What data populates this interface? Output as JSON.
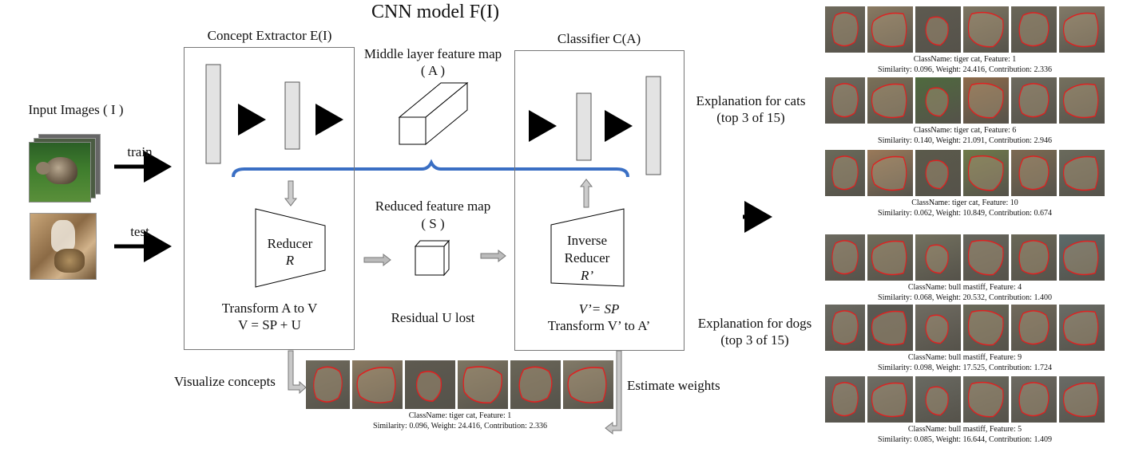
{
  "title": "CNN model  F(I)",
  "input": {
    "label": "Input Images ( I )",
    "train": "train",
    "test": "test"
  },
  "extractor": {
    "label": "Concept Extractor E(I)",
    "reducer_line1": "Reducer",
    "reducer_line2": "R",
    "transform_line1": "Transform A to V",
    "transform_line2": "V = SP + U"
  },
  "middle": {
    "label_line1": "Middle layer feature map",
    "label_line2": "( A )"
  },
  "reduced": {
    "label_line1": "Reduced feature map",
    "label_line2": "( S )",
    "residual": "Residual U lost"
  },
  "classifier": {
    "label": "Classifier C(A)",
    "inv_line1": "Inverse",
    "inv_line2": "Reducer",
    "inv_line3": "R’",
    "eq_line1": "V’= SP",
    "eq_line2": "Transform V’ to A’"
  },
  "bottom": {
    "visualize": "Visualize concepts",
    "estimate": "Estimate weights",
    "caption1": "ClassName: tiger cat, Feature: 1",
    "caption2": "Similarity: 0.096, Weight: 24.416, Contribution: 2.336"
  },
  "explanations": {
    "cats_line1": "Explanation for cats",
    "cats_line2": "(top 3 of 15)",
    "dogs_line1": "Explanation for dogs",
    "dogs_line2": "(top 3 of 15)",
    "rows": [
      {
        "cap1": "ClassName: tiger cat, Feature: 1",
        "cap2": "Similarity: 0.096, Weight: 24.416, Contribution: 2.336"
      },
      {
        "cap1": "ClassName: tiger cat, Feature: 6",
        "cap2": "Similarity: 0.140, Weight: 21.091, Contribution: 2.946"
      },
      {
        "cap1": "ClassName: tiger cat, Feature: 10",
        "cap2": "Similarity: 0.062, Weight: 10.849, Contribution: 0.674"
      },
      {
        "cap1": "ClassName: bull mastiff, Feature: 4",
        "cap2": "Similarity: 0.068, Weight: 20.532, Contribution: 1.400"
      },
      {
        "cap1": "ClassName: bull mastiff, Feature: 9",
        "cap2": "Similarity: 0.098, Weight: 17.525, Contribution: 1.724"
      },
      {
        "cap1": "ClassName: bull mastiff, Feature: 5",
        "cap2": "Similarity: 0.085, Weight: 16.644, Contribution: 1.409"
      }
    ]
  },
  "colors": {
    "brace": "#3a6fc4",
    "outline": "#e02020",
    "arrow": "#000000",
    "shape_fill": "#e3e3e3"
  }
}
